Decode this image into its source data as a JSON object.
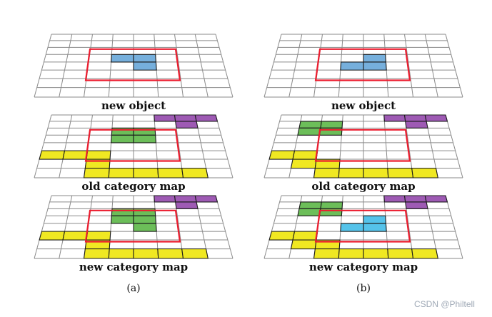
{
  "figure": {
    "watermark": "CSDN @Philtell"
  },
  "colors": {
    "blue": "#76AFDC",
    "cyan": "#55C3EA",
    "green": "#6CBE59",
    "yellow": "#F0E822",
    "purple": "#9E5AB4",
    "red": "#EC1C2E",
    "grid_line": "#8A8A8A",
    "cell_border": "#1B1B1B"
  },
  "grid": {
    "cols": 8,
    "rows": 8,
    "red_box": {
      "r0": 2,
      "r1": 6,
      "c0": 2,
      "c1": 6
    }
  },
  "columns": [
    {
      "label": "(a)",
      "panels": [
        {
          "caption": "new object",
          "cells": [
            {
              "r": 3,
              "c": 3,
              "color": "blue"
            },
            {
              "r": 3,
              "c": 4,
              "color": "blue"
            },
            {
              "r": 4,
              "c": 4,
              "color": "blue"
            }
          ]
        },
        {
          "caption": "old category map",
          "cells": [
            {
              "r": 0,
              "c": 5,
              "color": "purple"
            },
            {
              "r": 0,
              "c": 6,
              "color": "purple"
            },
            {
              "r": 0,
              "c": 7,
              "color": "purple"
            },
            {
              "r": 1,
              "c": 6,
              "color": "purple"
            },
            {
              "r": 2,
              "c": 3,
              "color": "green"
            },
            {
              "r": 2,
              "c": 4,
              "color": "green"
            },
            {
              "r": 3,
              "c": 3,
              "color": "green"
            },
            {
              "r": 3,
              "c": 4,
              "color": "green"
            },
            {
              "r": 5,
              "c": 0,
              "color": "yellow"
            },
            {
              "r": 5,
              "c": 1,
              "color": "yellow"
            },
            {
              "r": 5,
              "c": 2,
              "color": "yellow"
            },
            {
              "r": 6,
              "c": 2,
              "color": "yellow"
            },
            {
              "r": 7,
              "c": 2,
              "color": "yellow"
            },
            {
              "r": 7,
              "c": 3,
              "color": "yellow"
            },
            {
              "r": 7,
              "c": 4,
              "color": "yellow"
            },
            {
              "r": 7,
              "c": 5,
              "color": "yellow"
            },
            {
              "r": 7,
              "c": 6,
              "color": "yellow"
            }
          ]
        },
        {
          "caption": "new category map",
          "cells": [
            {
              "r": 0,
              "c": 5,
              "color": "purple"
            },
            {
              "r": 0,
              "c": 6,
              "color": "purple"
            },
            {
              "r": 0,
              "c": 7,
              "color": "purple"
            },
            {
              "r": 1,
              "c": 6,
              "color": "purple"
            },
            {
              "r": 2,
              "c": 3,
              "color": "green"
            },
            {
              "r": 2,
              "c": 4,
              "color": "green"
            },
            {
              "r": 3,
              "c": 3,
              "color": "green"
            },
            {
              "r": 3,
              "c": 4,
              "color": "green"
            },
            {
              "r": 4,
              "c": 4,
              "color": "green"
            },
            {
              "r": 5,
              "c": 0,
              "color": "yellow"
            },
            {
              "r": 5,
              "c": 1,
              "color": "yellow"
            },
            {
              "r": 5,
              "c": 2,
              "color": "yellow"
            },
            {
              "r": 6,
              "c": 2,
              "color": "yellow"
            },
            {
              "r": 7,
              "c": 2,
              "color": "yellow"
            },
            {
              "r": 7,
              "c": 3,
              "color": "yellow"
            },
            {
              "r": 7,
              "c": 4,
              "color": "yellow"
            },
            {
              "r": 7,
              "c": 5,
              "color": "yellow"
            },
            {
              "r": 7,
              "c": 6,
              "color": "yellow"
            }
          ]
        }
      ]
    },
    {
      "label": "(b)",
      "panels": [
        {
          "caption": "new object",
          "cells": [
            {
              "r": 3,
              "c": 4,
              "color": "blue"
            },
            {
              "r": 4,
              "c": 3,
              "color": "blue"
            },
            {
              "r": 4,
              "c": 4,
              "color": "blue"
            }
          ]
        },
        {
          "caption": "old category map",
          "cells": [
            {
              "r": 0,
              "c": 5,
              "color": "purple"
            },
            {
              "r": 0,
              "c": 6,
              "color": "purple"
            },
            {
              "r": 0,
              "c": 7,
              "color": "purple"
            },
            {
              "r": 1,
              "c": 6,
              "color": "purple"
            },
            {
              "r": 1,
              "c": 1,
              "color": "green"
            },
            {
              "r": 1,
              "c": 2,
              "color": "green"
            },
            {
              "r": 2,
              "c": 1,
              "color": "green"
            },
            {
              "r": 2,
              "c": 2,
              "color": "green"
            },
            {
              "r": 5,
              "c": 0,
              "color": "yellow"
            },
            {
              "r": 5,
              "c": 1,
              "color": "yellow"
            },
            {
              "r": 6,
              "c": 1,
              "color": "yellow"
            },
            {
              "r": 6,
              "c": 2,
              "color": "yellow"
            },
            {
              "r": 7,
              "c": 2,
              "color": "yellow"
            },
            {
              "r": 7,
              "c": 3,
              "color": "yellow"
            },
            {
              "r": 7,
              "c": 4,
              "color": "yellow"
            },
            {
              "r": 7,
              "c": 5,
              "color": "yellow"
            },
            {
              "r": 7,
              "c": 6,
              "color": "yellow"
            }
          ]
        },
        {
          "caption": "new category map",
          "cells": [
            {
              "r": 0,
              "c": 5,
              "color": "purple"
            },
            {
              "r": 0,
              "c": 6,
              "color": "purple"
            },
            {
              "r": 0,
              "c": 7,
              "color": "purple"
            },
            {
              "r": 1,
              "c": 6,
              "color": "purple"
            },
            {
              "r": 1,
              "c": 1,
              "color": "green"
            },
            {
              "r": 1,
              "c": 2,
              "color": "green"
            },
            {
              "r": 2,
              "c": 1,
              "color": "green"
            },
            {
              "r": 2,
              "c": 2,
              "color": "green"
            },
            {
              "r": 3,
              "c": 4,
              "color": "cyan"
            },
            {
              "r": 4,
              "c": 3,
              "color": "cyan"
            },
            {
              "r": 4,
              "c": 4,
              "color": "cyan"
            },
            {
              "r": 5,
              "c": 0,
              "color": "yellow"
            },
            {
              "r": 5,
              "c": 1,
              "color": "yellow"
            },
            {
              "r": 6,
              "c": 1,
              "color": "yellow"
            },
            {
              "r": 6,
              "c": 2,
              "color": "yellow"
            },
            {
              "r": 7,
              "c": 2,
              "color": "yellow"
            },
            {
              "r": 7,
              "c": 3,
              "color": "yellow"
            },
            {
              "r": 7,
              "c": 4,
              "color": "yellow"
            },
            {
              "r": 7,
              "c": 5,
              "color": "yellow"
            },
            {
              "r": 7,
              "c": 6,
              "color": "yellow"
            }
          ]
        }
      ]
    }
  ]
}
